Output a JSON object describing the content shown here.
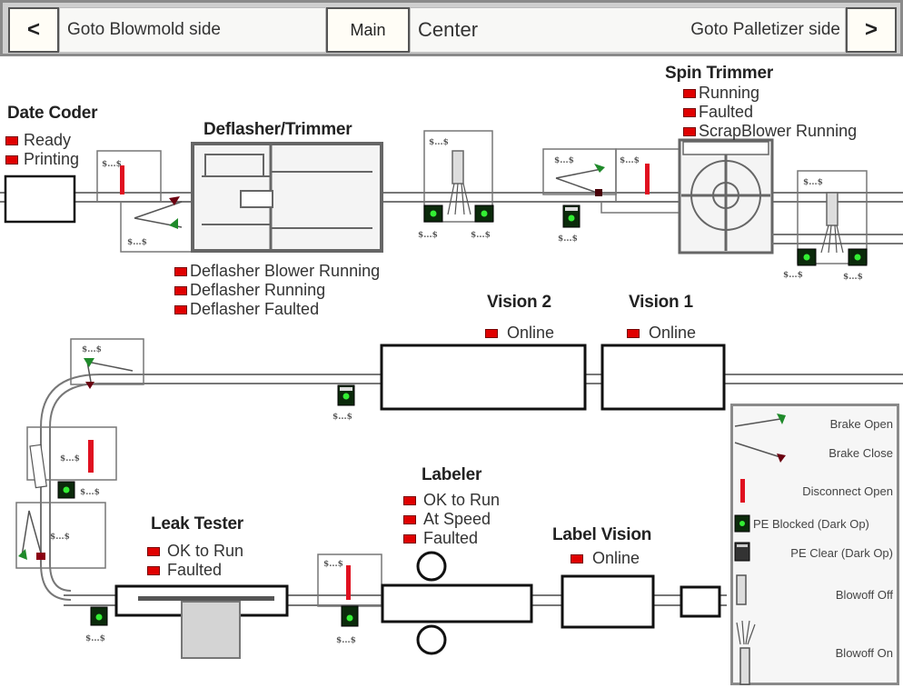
{
  "nav": {
    "prev_label": "<",
    "prev_target": "Goto Blowmold side",
    "main_label": "Main",
    "current": "Center",
    "next_target": "Goto Palletizer side",
    "next_label": ">"
  },
  "colors": {
    "status_led_off": "#e00000",
    "pe_blocked": "#22cc22",
    "brake_open": "#1f8a2a",
    "brake_close": "#6b0010",
    "disconnect": "#e01020"
  },
  "stations": {
    "date_coder": {
      "title": "Date Coder",
      "status": [
        "Ready",
        "Printing"
      ]
    },
    "deflasher": {
      "title": "Deflasher/Trimmer",
      "status": [
        "Deflasher Blower Running",
        "Deflasher Running",
        "Deflasher Faulted"
      ]
    },
    "spin_trimmer": {
      "title": "Spin Trimmer",
      "status": [
        "Running",
        "Faulted",
        "ScrapBlower Running"
      ]
    },
    "vision2": {
      "title": "Vision 2",
      "status": [
        "Online"
      ]
    },
    "vision1": {
      "title": "Vision 1",
      "status": [
        "Online"
      ]
    },
    "labeler": {
      "title": "Labeler",
      "status": [
        "OK to Run",
        "At Speed",
        "Faulted"
      ]
    },
    "leak_tester": {
      "title": "Leak Tester",
      "status": [
        "OK to Run",
        "Faulted"
      ]
    },
    "label_vision": {
      "title": "Label Vision",
      "status": [
        "Online"
      ]
    }
  },
  "device_tag": "$...$",
  "legend": {
    "items": [
      {
        "icon": "brake-open-icon",
        "label": "Brake Open"
      },
      {
        "icon": "brake-close-icon",
        "label": "Brake Close"
      },
      {
        "icon": "disconnect-icon",
        "label": "Disconnect Open"
      },
      {
        "icon": "pe-blocked-icon",
        "label": "PE Blocked (Dark Op)"
      },
      {
        "icon": "pe-clear-icon",
        "label": "PE Clear (Dark Op)"
      },
      {
        "icon": "blowoff-off-icon",
        "label": "Blowoff Off"
      },
      {
        "icon": "blowoff-on-icon",
        "label": "Blowoff On"
      }
    ]
  }
}
